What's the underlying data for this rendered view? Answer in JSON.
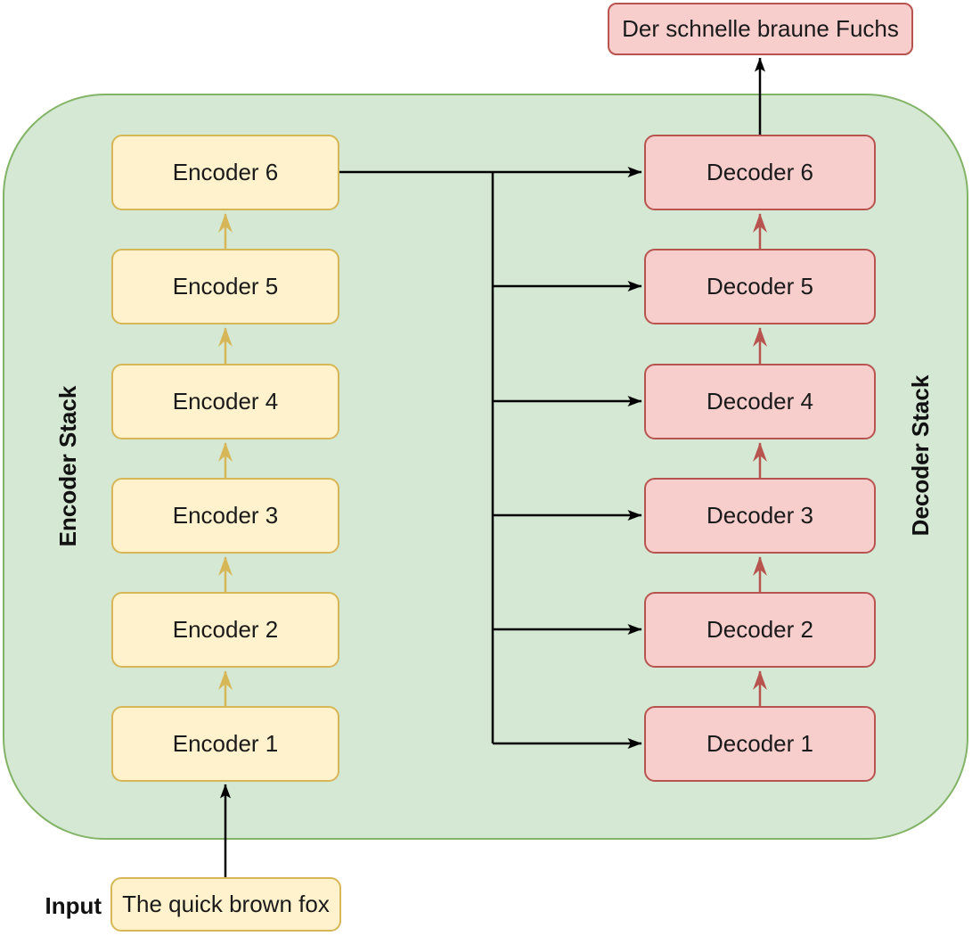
{
  "output": {
    "label": "Der schnelle braune Fuchs"
  },
  "input": {
    "caption": "Input",
    "label": "The quick brown fox"
  },
  "encoder_stack": {
    "title": "Encoder Stack",
    "items": [
      {
        "label": "Encoder 6"
      },
      {
        "label": "Encoder 5"
      },
      {
        "label": "Encoder 4"
      },
      {
        "label": "Encoder 3"
      },
      {
        "label": "Encoder 2"
      },
      {
        "label": "Encoder 1"
      }
    ]
  },
  "decoder_stack": {
    "title": "Decoder Stack",
    "items": [
      {
        "label": "Decoder 6"
      },
      {
        "label": "Decoder 5"
      },
      {
        "label": "Decoder 4"
      },
      {
        "label": "Decoder 3"
      },
      {
        "label": "Decoder 2"
      },
      {
        "label": "Decoder 1"
      }
    ]
  },
  "colors": {
    "container_fill": "#d5e8d4",
    "container_border": "#82b366",
    "encoder_fill": "#fff2cc",
    "encoder_border": "#d6b656",
    "decoder_fill": "#f8cecc",
    "decoder_border": "#b85450",
    "connector_black": "#000000"
  }
}
